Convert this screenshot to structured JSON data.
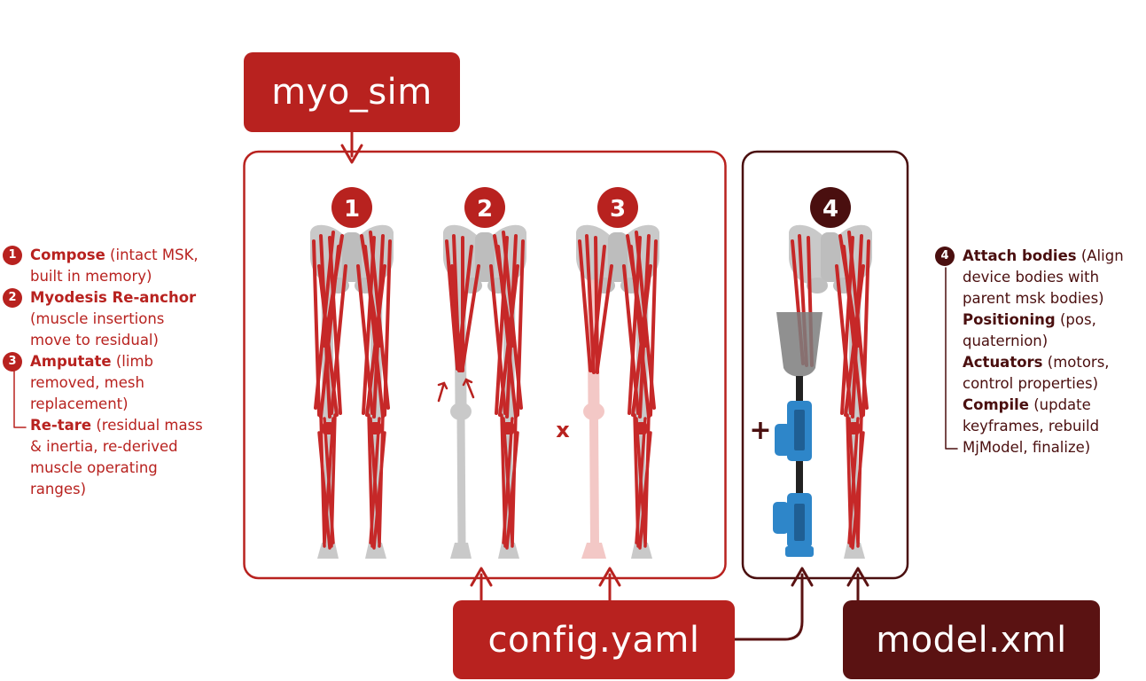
{
  "tags": {
    "myo_sim": "myo_sim",
    "config": "config.yaml",
    "model": "model.xml"
  },
  "steps": [
    "1",
    "2",
    "3",
    "4"
  ],
  "marks": {
    "plus": "+",
    "cross": "x"
  },
  "legend_left": [
    {
      "num": "1",
      "title": "Compose",
      "lines": [
        " (intact MSK,",
        "built in memory)"
      ]
    },
    {
      "num": "2",
      "title": "Myodesis Re-anchor",
      "lines": [
        "",
        "(muscle insertions",
        "move to residual)"
      ]
    },
    {
      "num": "3",
      "title": "Amputate",
      "lines": [
        " (limb",
        "removed, mesh",
        "replacement)"
      ]
    },
    {
      "num": "",
      "title": "Re-tare",
      "lines": [
        " (residual mass",
        "& inertia, re-derived",
        "muscle operating",
        "ranges)"
      ]
    }
  ],
  "legend_right": [
    {
      "num": "4",
      "title": "Attach bodies",
      "lines": [
        " (Align",
        "device bodies with",
        "parent msk bodies)"
      ]
    },
    {
      "num": "",
      "title": "Positioning",
      "lines": [
        " (pos,",
        "quaternion)"
      ]
    },
    {
      "num": "",
      "title": "Actuators",
      "lines": [
        " (motors,",
        "control properties)"
      ]
    },
    {
      "num": "",
      "title": "Compile",
      "lines": [
        " (update",
        "keyframes, rebuild",
        "MjModel, finalize)"
      ]
    }
  ],
  "colors": {
    "red": "#b8221f",
    "dark": "#4a0f0f",
    "bone": "#c9c9c9",
    "muscle": "#c62828",
    "ghost": "#f3c6c3",
    "device": "#2e86c9"
  }
}
